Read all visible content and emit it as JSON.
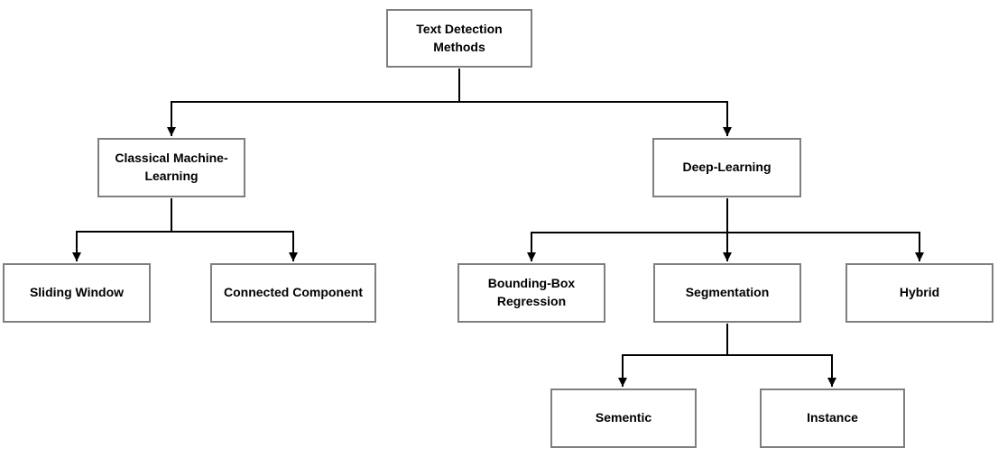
{
  "diagram": {
    "title": "Text Detection Methods hierarchy",
    "colors": {
      "box_border": "#7f7f7f",
      "line": "#000000",
      "text": "#000000",
      "background": "#ffffff"
    },
    "tree": {
      "label": "Text Detection Methods",
      "children": [
        {
          "label": "Classical Machine-Learning",
          "children": [
            {
              "label": "Sliding Window"
            },
            {
              "label": "Connected Component"
            }
          ]
        },
        {
          "label": "Deep-Learning",
          "children": [
            {
              "label": "Bounding-Box Regression"
            },
            {
              "label": "Segmentation",
              "children": [
                {
                  "label": "Sementic"
                },
                {
                  "label": "Instance"
                }
              ]
            },
            {
              "label": "Hybrid"
            }
          ]
        }
      ]
    }
  }
}
